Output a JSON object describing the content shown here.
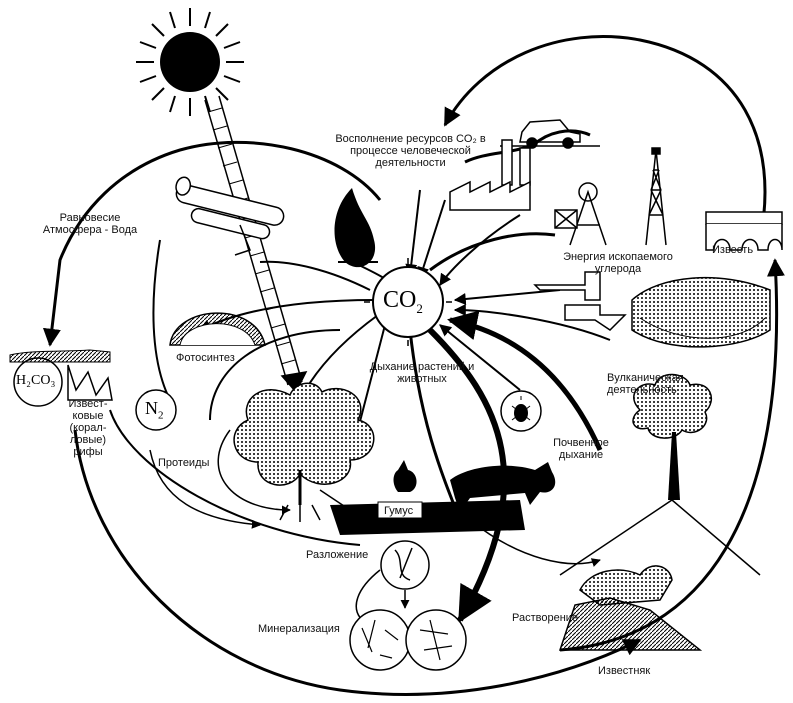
{
  "labels": {
    "co2": "CO",
    "co2_sub": "2",
    "h2co3": "H₂CO₃",
    "n2": "N",
    "n2_sub": "2",
    "human_resources": "Восполнение ресурсов CO₂ в процессе человеческой деятельности",
    "fossil_energy": "Энергия ископаемого углерода",
    "lime": "Известь",
    "balance": "Равновесие Атмосфера - Вода",
    "limestone_reefs": "Извест-ковые (корал-ловые) рифы",
    "photosynthesis": "Фотосинтез",
    "respiration": "Дыхание растений и животных",
    "proteids": "Протеиды",
    "humus": "Гумус",
    "decomposition": "Разложение",
    "mineralization": "Минерализация",
    "volcanic": "Вулканическая деятельность",
    "soil_respiration": "Почвенное дыхание",
    "dissolution": "Растворение",
    "limestone": "Известняк"
  },
  "colors": {
    "ink": "#000000",
    "paper": "#ffffff",
    "shade": "#555555"
  },
  "icons": [
    "sun-icon",
    "log-icon",
    "fire-icon",
    "car-icon",
    "factory-icon",
    "oil-derrick-icon",
    "mine-icon",
    "bridge-icon",
    "coal-heap-icon",
    "volcano-icon",
    "tree-icon",
    "animal-icon",
    "beetle-icon",
    "microbe-icon"
  ]
}
